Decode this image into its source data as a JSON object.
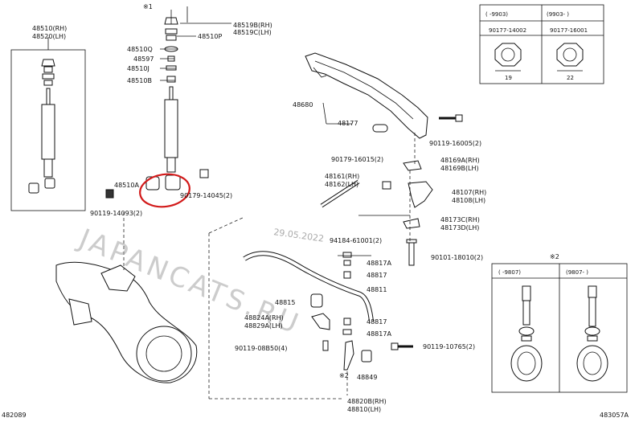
{
  "footer": {
    "left_code": "482089",
    "right_code": "483057A"
  },
  "watermark": {
    "text": "JAPANCATS.RU",
    "date": "29.05.2022"
  },
  "notes": {
    "star1": "※1",
    "star2_top": "※2",
    "star2_bottom": "※2"
  },
  "inset_nut": {
    "col1_header": "(    -9903)",
    "col2_header": "(9903-    )",
    "col1_part": "90177-14002",
    "col2_part": "90177-16001",
    "col1_dim": "19",
    "col2_dim": "22"
  },
  "inset_link": {
    "col1_header": "(    -9807)",
    "col2_header": "(9807-    )"
  },
  "parts": {
    "p48510_48520": "48510(RH)\n48520(LH)",
    "p48519B": "48519B(RH)",
    "p48519C": "48519C(LH)",
    "p48510P": "48510P",
    "p48510Q": "48510Q",
    "p48597": "48597",
    "p48510J": "48510J",
    "p48510B": "48510B",
    "p48510A": "48510A",
    "p90179_14045": "90179-14045(2)",
    "p90119_14093": "90119-14093(2)",
    "p48680": "48680",
    "p48177": "48177",
    "p90119_16005": "90119-16005(2)",
    "p90179_16015": "90179-16015(2)",
    "p48169A": "48169A(RH)",
    "p48169B": "48169B(LH)",
    "p48161": "48161(RH)",
    "p48162": "48162(LH)",
    "p48107": "48107(RH)",
    "p48108": "48108(LH)",
    "p48173C": "48173C(RH)",
    "p48173D": "48173D(LH)",
    "p94184": "94184-61001(2)",
    "p90101": "90101-18010(2)",
    "p48817A_top": "48817A",
    "p48817_top": "48817",
    "p48811": "48811",
    "p48815": "48815",
    "p48824A": "48824A(RH)",
    "p48829A": "48829A(LH)",
    "p48817_bot": "48817",
    "p48817A_bot": "48817A",
    "p90119_08B50": "90119-08B50(4)",
    "p90119_10765": "90119-10765(2)",
    "p48849": "48849",
    "p48820B": "48820B(RH)",
    "p48810": "48810(LH)"
  }
}
